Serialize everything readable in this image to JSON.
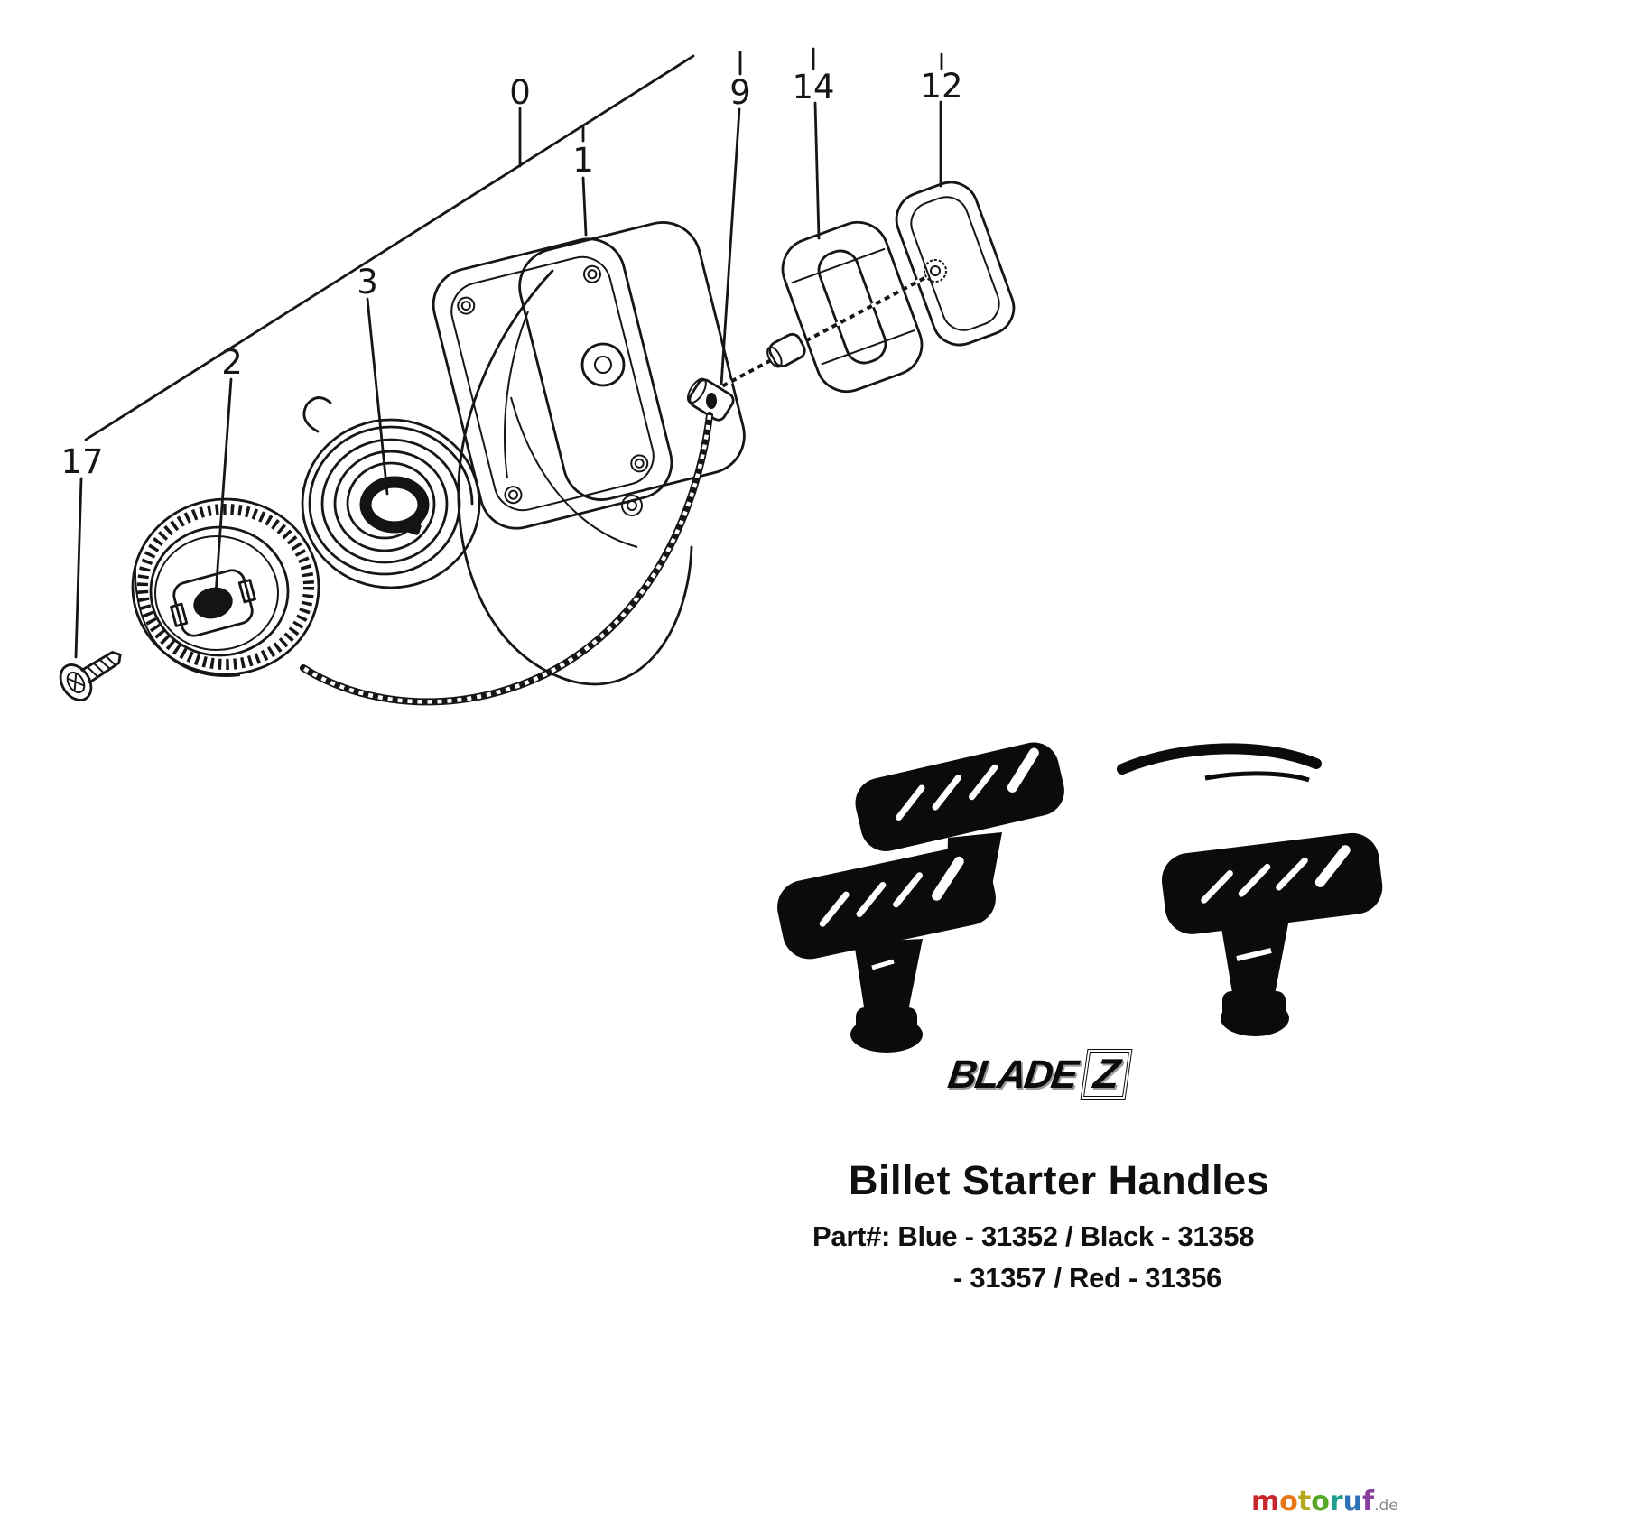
{
  "diagram": {
    "callouts": [
      {
        "id": "0",
        "label": "0"
      },
      {
        "id": "1",
        "label": "1"
      },
      {
        "id": "2",
        "label": "2"
      },
      {
        "id": "3",
        "label": "3"
      },
      {
        "id": "9",
        "label": "9"
      },
      {
        "id": "14",
        "label": "14"
      },
      {
        "id": "12",
        "label": "12"
      },
      {
        "id": "17",
        "label": "17"
      }
    ],
    "line_color": "#161616"
  },
  "promo": {
    "logo_text": "BLADE",
    "logo_z": "Z",
    "title": "Billet Starter Handles",
    "part_line1": "Part#:  Blue - 31352 / Black - 31358",
    "part_line2": "- 31357 / Red - 31356",
    "silhouette_color": "#0b0b0b"
  },
  "watermark": {
    "letters": [
      {
        "ch": "m",
        "style": "color:#c9252c"
      },
      {
        "ch": "o",
        "style": "color:#e87817"
      },
      {
        "ch": "t",
        "style": "color:#b5a818"
      },
      {
        "ch": "o",
        "style": "color:#57a829"
      },
      {
        "ch": "r",
        "style": "color:#1f9e8c"
      },
      {
        "ch": "u",
        "style": "color:#2f6fb5"
      },
      {
        "ch": "f",
        "style": "color:#8a3f9e"
      }
    ],
    "suffix": ".de",
    "suffix_style": "color:#8a8a8a"
  }
}
